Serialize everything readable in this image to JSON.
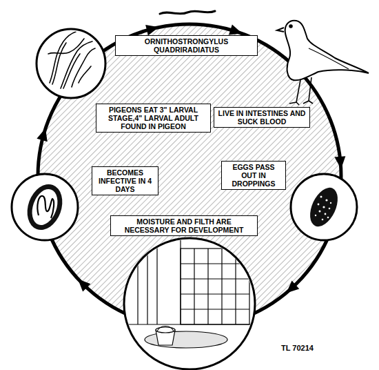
{
  "diagram": {
    "nodes": [
      {
        "text": [
          "ORNITHOSTRONGYLUS QUADRIRADIATUS"
        ]
      },
      {
        "text": [
          "PIGEONS EAT 3\" LARVAL STAGE,4\" LARVAL ADULT FOUND IN PIGEON"
        ]
      },
      {
        "text": [
          "LIVE IN INTESTINES AND SUCK BLOOD"
        ]
      },
      {
        "text": [
          "BECOMES INFECTIVE IN 4 DAYS"
        ]
      },
      {
        "text": [
          "EGGS PASS OUT IN DROPPINGS"
        ]
      },
      {
        "text": [
          "MOISTURE AND FILTH ARE NECESSARY FOR DEVELOPMENT"
        ]
      }
    ],
    "edges": [],
    "labels": [
      "TL 70214"
    ]
  }
}
